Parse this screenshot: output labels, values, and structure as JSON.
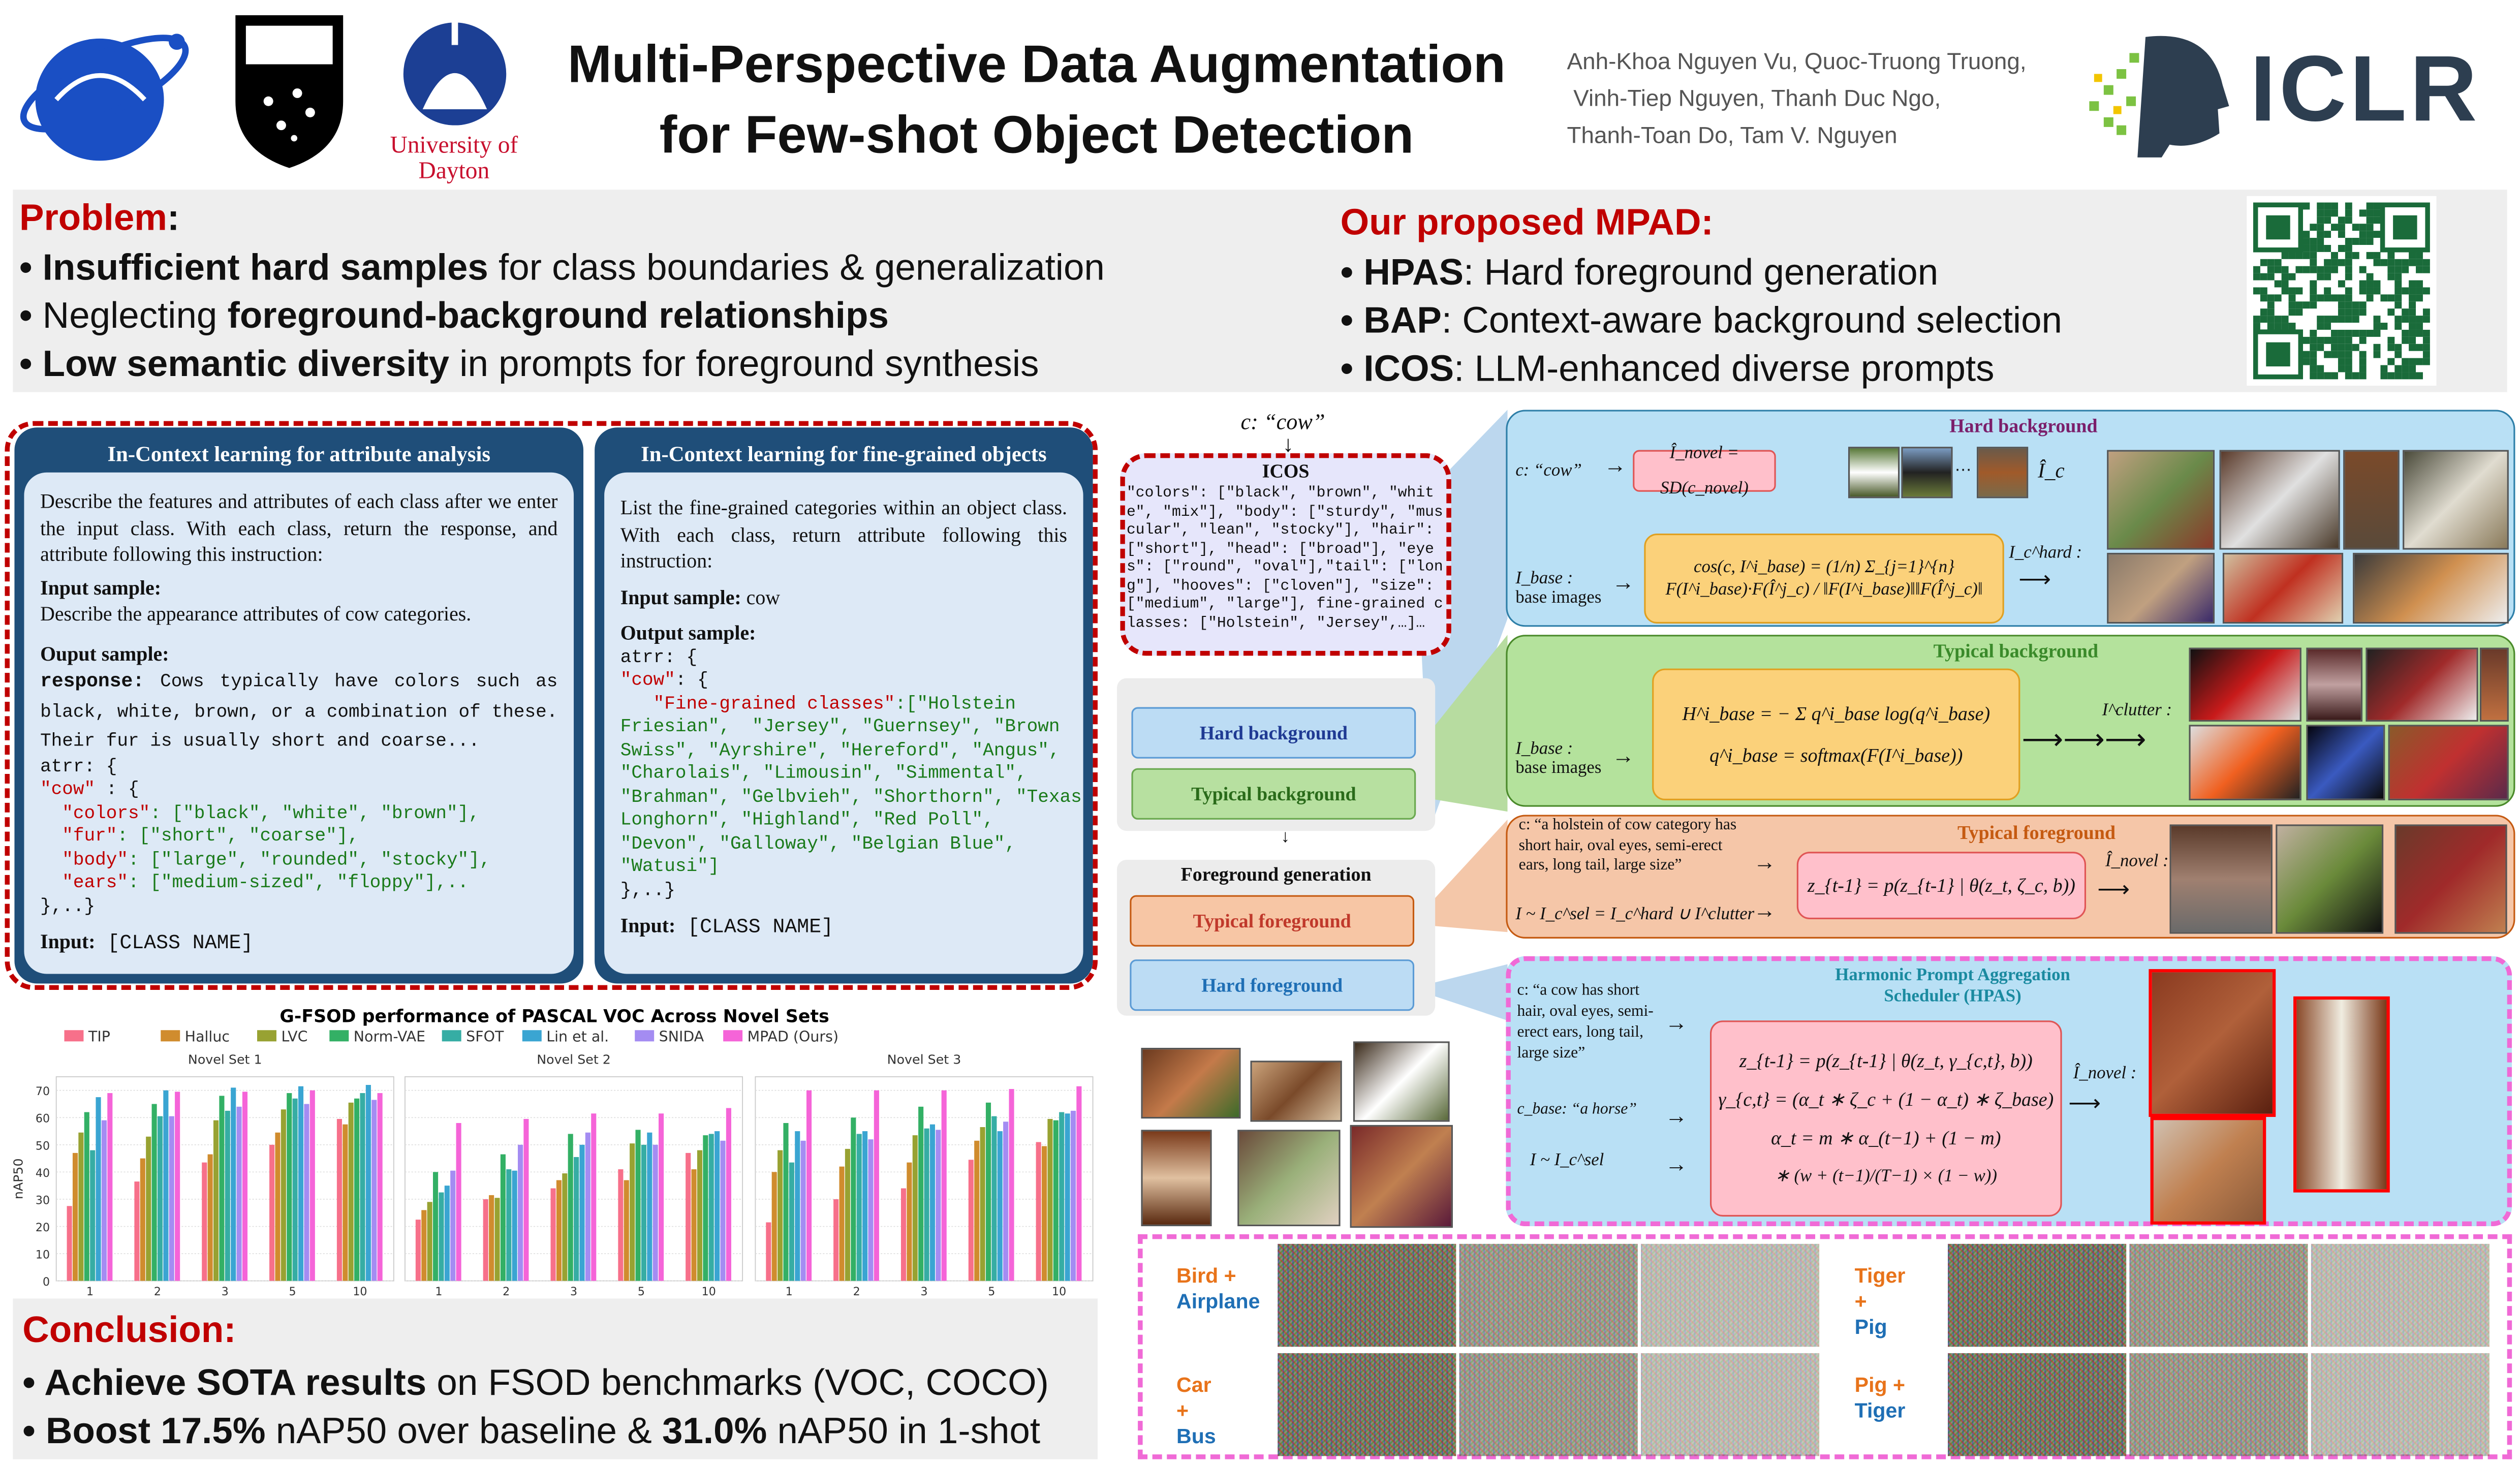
{
  "header": {
    "title_line1": "Multi-Perspective Data Augmentation",
    "title_line2": "for Few-shot Object Detection",
    "authors": [
      "Anh-Khoa Nguyen Vu, Quoc-Truong Truong,",
      "Vinh-Tiep Nguyen, Thanh Duc Ngo,",
      "Thanh-Toan Do, Tam V. Nguyen"
    ],
    "dayton_logo": "University of Dayton",
    "conference": "ICLR"
  },
  "problem": {
    "heading": "Problem",
    "items": [
      {
        "bold": "Insufficient hard samples",
        "rest": " for class boundaries &  generalization"
      },
      {
        "pre": "Neglecting ",
        "bold": "foreground-background relationships",
        "rest": ""
      },
      {
        "bold": "Low semantic diversity",
        "rest": "  in prompts for foreground synthesis"
      }
    ]
  },
  "proposed": {
    "heading": "Our proposed MPAD:",
    "items": [
      {
        "bold": "HPAS",
        "rest": ": Hard foreground generation"
      },
      {
        "bold": "BAP",
        "rest": ": Context-aware background selection"
      },
      {
        "bold": "ICOS",
        "rest": ": LLM-enhanced diverse prompts"
      }
    ]
  },
  "card1": {
    "title": "In-Context learning for attribute analysis",
    "instruction": "Describe the features and attributes of each class after we enter the input class. With each class, return the response, and attribute following this instruction:",
    "input_label": "Input sample:",
    "input_text": "Describe the appearance attributes of cow categories.",
    "output_label": "Ouput sample:",
    "response_key": "response:",
    "response_text": " Cows typically have colors such as black, white, brown, or a combination of these. Their fur is usually short and coarse...",
    "code": [
      {
        "k": "",
        "v": "atrr: {",
        "c": "n"
      },
      {
        "k": "\"cow\"",
        "v": " : {",
        "c": "kn"
      },
      {
        "k": "  \"colors\"",
        "v": ": [\"black\", \"white\", \"brown\"],",
        "c": "kv"
      },
      {
        "k": "  \"fur\"",
        "v": ": [\"short\", \"coarse\"],",
        "c": "kv"
      },
      {
        "k": "  \"body\"",
        "v": ": [\"large\", \"rounded\", \"stocky\"],",
        "c": "kv"
      },
      {
        "k": "  \"ears\"",
        "v": ": [\"medium-sized\", \"floppy\"],..",
        "c": "kv"
      },
      {
        "k": "",
        "v": "},..}",
        "c": "n"
      }
    ],
    "final_label": "Input:",
    "final_value": " [CLASS NAME]"
  },
  "card2": {
    "title": "In-Context learning for fine-grained objects",
    "instruction": "List the fine-grained categories within an object class. With each class, return attribute following this instruction:",
    "input_label": "Input sample:",
    "input_text": " cow",
    "output_label": "Output sample:",
    "code": [
      {
        "k": "",
        "v": "atrr: {",
        "c": "n"
      },
      {
        "k": "\"cow\"",
        "v": ": {",
        "c": "kn"
      },
      {
        "k": "   \"Fine-grained classes\"",
        "v": ":[\"Holstein",
        "c": "kv"
      },
      {
        "k": "",
        "v": "Friesian\",  \"Jersey\", \"Guernsey\", \"Brown",
        "c": "v"
      },
      {
        "k": "",
        "v": "Swiss\", \"Ayrshire\", \"Hereford\", \"Angus\",",
        "c": "v"
      },
      {
        "k": "",
        "v": "\"Charolais\", \"Limousin\", \"Simmental\",",
        "c": "v"
      },
      {
        "k": "",
        "v": "\"Brahman\", \"Gelbvieh\", \"Shorthorn\", \"Texas",
        "c": "v"
      },
      {
        "k": "",
        "v": "Longhorn\", \"Highland\", \"Red Poll\",",
        "c": "v"
      },
      {
        "k": "",
        "v": "\"Devon\", \"Galloway\", \"Belgian Blue\",",
        "c": "v"
      },
      {
        "k": "",
        "v": "\"Watusi\"]",
        "c": "v"
      },
      {
        "k": "",
        "v": "},..}",
        "c": "n"
      }
    ],
    "final_label": "Input:",
    "final_value": " [CLASS NAME]"
  },
  "icos": {
    "class_label": "c: “cow”",
    "title": "ICOS",
    "text": "\"colors\": [\"black\", \"brown\", \"white\", \"mix\"], \"body\": [\"sturdy\", \"muscular\", \"lean\", \"stocky\"], \"hair\": [\"short\"], \"head\": [\"broad\"], \"eyes\": [\"round\", \"oval\"],\"tail\": [\"long\"], \"hooves\": [\"cloven\"], \"size\": [\"medium\", \"large\"], fine-grained classes: [\"Holstein\", \"Jersey\",…]…"
  },
  "flow": {
    "hard_bg": "Hard background",
    "typical_bg": "Typical background",
    "fg_gen": "Foreground generation",
    "typical_fg": "Typical foreground",
    "hard_fg": "Hard foreground"
  },
  "hard_bg": {
    "title": "Hard background",
    "class": "c: “cow”",
    "gen_eq": "Î_novel = SD(c_novel)",
    "ic": "Î_c",
    "base": "I_base :",
    "base_images": "base images",
    "cos_eq": "cos(c, I^i_base) = (1/n) Σ_{j=1}^{n} F(I^i_base)·F(Î^j_c) / ‖F(I^i_base)‖‖F(Î^j_c)‖",
    "out": "I_c^hard :"
  },
  "typical_bg": {
    "title": "Typical background",
    "base": "I_base :",
    "base_images": "base images",
    "eq1": "H^i_base = − Σ q^i_base log(q^i_base)",
    "eq2": "q^i_base = softmax(F(I^i_base))",
    "out": "I^clutter :"
  },
  "typical_fg": {
    "title": "Typical foreground",
    "prompt": "c: “a holstein of cow category has short hair, oval eyes, semi-erect ears, long tail, large size”",
    "sample": "I ~ I_c^sel = I_c^hard ∪ I^clutter",
    "eq": "z_{t-1} = p(z_{t-1} | θ(z_t, ζ_c, b))",
    "out": "Î_novel :"
  },
  "hpas": {
    "title": "Harmonic Prompt Aggregation Scheduler (HPAS)",
    "prompt": "c: “a cow has short hair, oval eyes, semi-erect ears, long tail, large size”",
    "base_prompt": "c_base: “a horse”",
    "sample": "I ~ I_c^sel",
    "eq1": "z_{t-1} = p(z_{t-1} | θ(z_t, γ_{c,t}, b))",
    "eq2": "γ_{c,t} = (α_t ∗ ζ_c + (1 − α_t) ∗ ζ_base)",
    "eq3": "α_t = m ∗ α_(t−1) + (1 − m)",
    "eq4": "∗ (w + (t−1)/(T−1) × (1 − w))",
    "out": "Î_novel :"
  },
  "mix": [
    {
      "a": "Bird +",
      "b": "Airplane"
    },
    {
      "a": "Tiger +",
      "b": "Pig"
    },
    {
      "a": "Car +",
      "b": "Bus"
    },
    {
      "a": "Pig +",
      "b": "Tiger"
    }
  ],
  "conclusion": {
    "heading": "Conclusion:",
    "items": [
      {
        "bold": "Achieve SOTA results",
        "rest": " on FSOD benchmarks (VOC, COCO)"
      },
      {
        "bold": "Boost 17.5%",
        "rest": " nAP50 over baseline & ",
        "bold2": "31.0%",
        "rest2": " nAP50 in 1-shot"
      }
    ]
  },
  "colors": {
    "accent_red": "#c00000",
    "navy": "#1f4e79"
  },
  "chart_data": {
    "type": "bar",
    "title": "G-FSOD performance of PASCAL VOC Across Novel Sets",
    "ylabel": "nAP50",
    "ylim": [
      0,
      75
    ],
    "yticks": [
      0,
      10,
      20,
      30,
      40,
      50,
      60,
      70
    ],
    "categories": [
      "1",
      "2",
      "3",
      "5",
      "10"
    ],
    "legend": [
      {
        "name": "TIP",
        "color": "#f7708a"
      },
      {
        "name": "Halluc",
        "color": "#d08c2e"
      },
      {
        "name": "LVC",
        "color": "#98a232"
      },
      {
        "name": "Norm-VAE",
        "color": "#33b065"
      },
      {
        "name": "SFOT",
        "color": "#36ada4"
      },
      {
        "name": "Lin et al.",
        "color": "#3aa5d2"
      },
      {
        "name": "SNIDA",
        "color": "#a48cf2"
      },
      {
        "name": "MPAD (Ours)",
        "color": "#f564d8"
      }
    ],
    "legend_placement": "top",
    "panels": [
      {
        "title": "Novel Set 1",
        "series": [
          [
            27.5,
            36.5,
            43.5,
            50,
            59.5
          ],
          [
            47,
            45,
            46.5,
            54.5,
            57.5
          ],
          [
            54.5,
            53,
            59,
            63,
            65.5
          ],
          [
            62,
            65,
            68,
            69,
            67
          ],
          [
            48,
            60.5,
            62.5,
            67,
            69
          ],
          [
            67.5,
            70,
            71,
            71.5,
            72
          ],
          [
            59,
            60.5,
            64,
            65,
            66.5
          ],
          [
            69,
            69.5,
            69.5,
            70,
            69
          ]
        ]
      },
      {
        "title": "Novel Set 2",
        "series": [
          [
            22.5,
            30,
            34,
            41,
            47
          ],
          [
            26,
            31.5,
            37,
            37,
            41
          ],
          [
            29,
            30.5,
            39.5,
            50.5,
            48
          ],
          [
            40,
            46.5,
            54,
            55.5,
            53.5
          ],
          [
            32.5,
            41,
            45.5,
            50,
            54
          ],
          [
            35,
            40.5,
            50,
            54.5,
            55
          ],
          [
            40.5,
            50,
            54.5,
            50,
            51.5
          ],
          [
            58,
            59.5,
            61.5,
            61.5,
            63.5
          ]
        ]
      },
      {
        "title": "Novel Set 3",
        "series": [
          [
            21.5,
            30,
            34,
            44.5,
            51
          ],
          [
            40,
            42,
            43.5,
            51.5,
            49.5
          ],
          [
            48,
            48.5,
            53.5,
            56.5,
            59.5
          ],
          [
            58,
            60,
            64,
            65.5,
            59
          ],
          [
            43.5,
            54,
            56,
            60.5,
            62
          ],
          [
            55,
            55,
            57.5,
            55,
            61.5
          ],
          [
            51.5,
            52,
            55.5,
            58.5,
            62.5
          ],
          [
            70,
            70,
            70,
            70.5,
            71.5
          ]
        ]
      }
    ]
  }
}
